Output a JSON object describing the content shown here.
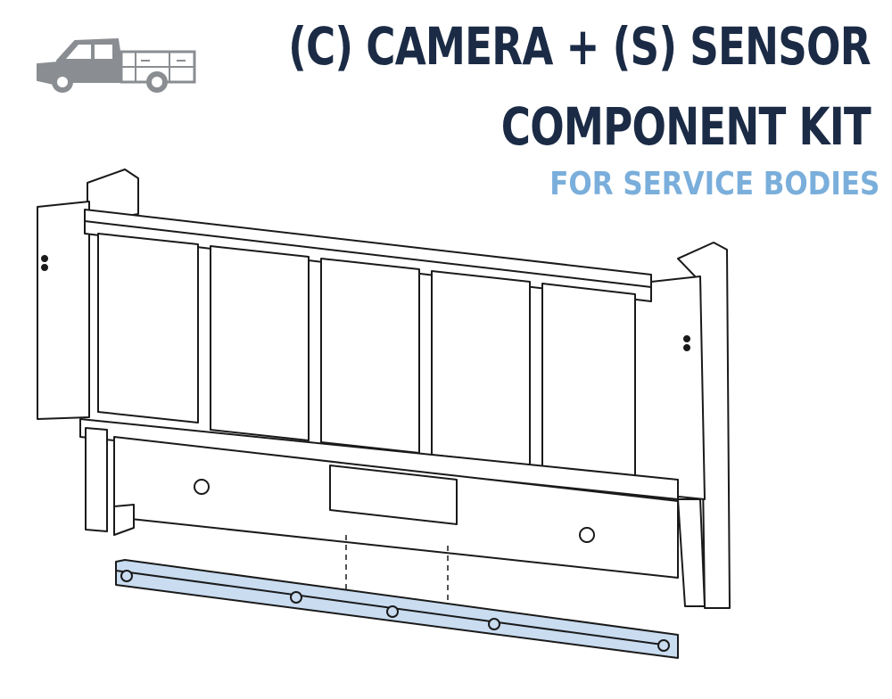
{
  "header": {
    "title_line_1": "(C) CAMERA + (S) SENSOR",
    "title_line_2": "COMPONENT KIT",
    "subtitle": "FOR SERVICE BODIES"
  },
  "icons": {
    "truck": "service-body-truck-icon"
  },
  "colors": {
    "title": "#1b2b45",
    "subtitle": "#7aaedb",
    "highlight_rail": "#c9dcf0",
    "line": "#1a1a1a"
  }
}
